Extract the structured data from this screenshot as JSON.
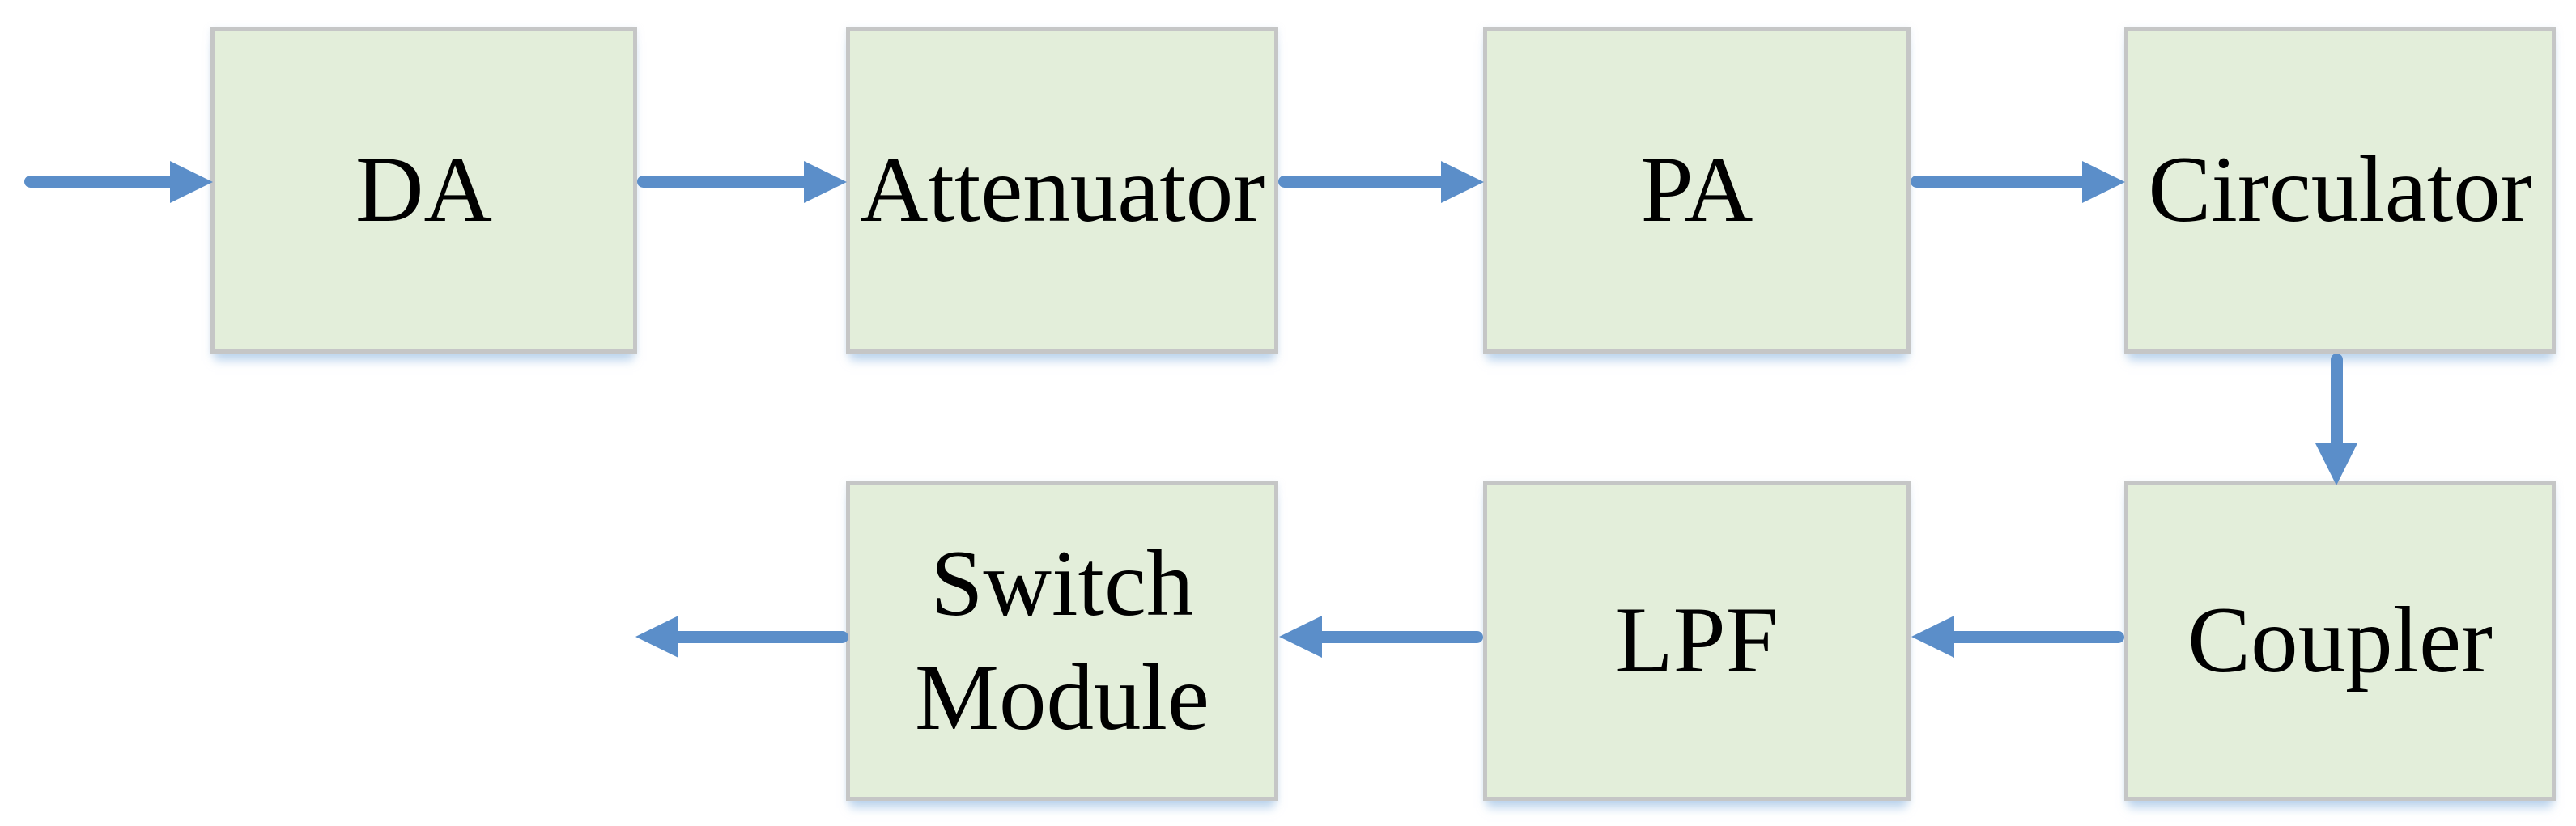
{
  "diagram": {
    "type": "block-diagram",
    "rows": 2,
    "flow": "input -> DA -> Attenuator -> PA -> Circulator -> Coupler -> LPF -> Switch Module -> output"
  },
  "blocks": [
    {
      "id": "da",
      "label": "DA",
      "row": 1
    },
    {
      "id": "attenuator",
      "label": "Attenuator",
      "row": 1
    },
    {
      "id": "pa",
      "label": "PA",
      "row": 1
    },
    {
      "id": "circulator",
      "label": "Circulator",
      "row": 1
    },
    {
      "id": "switch-module",
      "label": "Switch Module",
      "row": 2
    },
    {
      "id": "lpf",
      "label": "LPF",
      "row": 2
    },
    {
      "id": "coupler",
      "label": "Coupler",
      "row": 2
    }
  ],
  "connections": [
    {
      "from": "input",
      "to": "da",
      "direction": "right"
    },
    {
      "from": "da",
      "to": "attenuator",
      "direction": "right"
    },
    {
      "from": "attenuator",
      "to": "pa",
      "direction": "right"
    },
    {
      "from": "pa",
      "to": "circulator",
      "direction": "right"
    },
    {
      "from": "circulator",
      "to": "coupler",
      "direction": "down"
    },
    {
      "from": "coupler",
      "to": "lpf",
      "direction": "left"
    },
    {
      "from": "lpf",
      "to": "switch-module",
      "direction": "left"
    },
    {
      "from": "switch-module",
      "to": "output",
      "direction": "left"
    }
  ],
  "colors": {
    "block_fill": "#e3eeda",
    "block_border": "#c5c6c6",
    "arrow": "#5b8ec9",
    "text": "#000000",
    "background": "#ffffff",
    "shadow": "#9ec1e5"
  }
}
